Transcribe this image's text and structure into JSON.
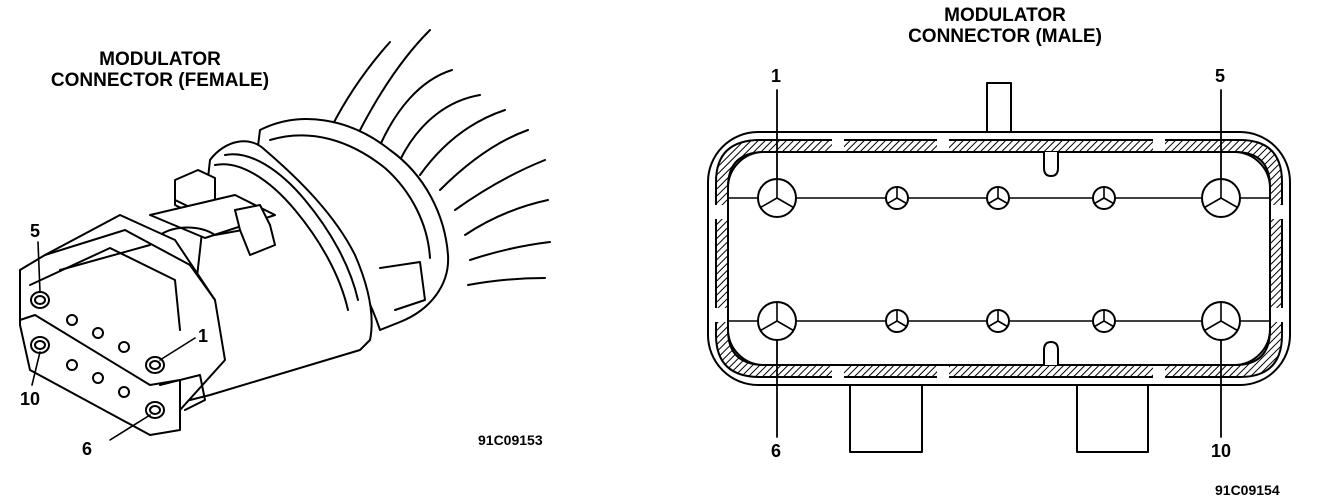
{
  "female": {
    "title_line1": "MODULATOR",
    "title_line2": "CONNECTOR (FEMALE)",
    "pin_5": "5",
    "pin_1": "1",
    "pin_10": "10",
    "pin_6": "6",
    "figure_code": "91C09153"
  },
  "male": {
    "title_line1": "MODULATOR",
    "title_line2": "CONNECTOR (MALE)",
    "pin_1": "1",
    "pin_5": "5",
    "pin_6": "6",
    "pin_10": "10",
    "figure_code": "91C09154"
  },
  "colors": {
    "ink": "#000000",
    "paper": "#ffffff"
  }
}
